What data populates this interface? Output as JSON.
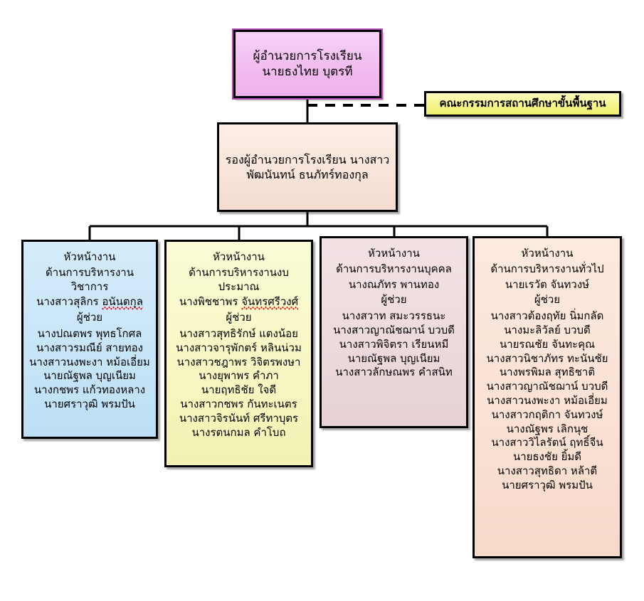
{
  "director": {
    "title": "ผู้อำนวยการโรงเรียน",
    "name": "นายธงไทย  บุตรที"
  },
  "board": {
    "label": "คณะกรรมการสถานศึกษาขั้นพื้นฐาน"
  },
  "deputy": {
    "title": "รองผู้อำนวยการโรงเรียน",
    "name": "นางสาวพัฒนันทน์ ธนภัทร์ทองกุล"
  },
  "departments": [
    {
      "head_label": "หัวหน้างาน",
      "area": "ด้านการบริหารงานวิชาการ",
      "lead_prefix": "นางสาวสุลิกร  ",
      "lead_flagged": "อนันตกุล",
      "assistant_label": "ผู้ช่วย",
      "members": [
        "นางปณตพร  พุทธโกศล",
        "นางสาวรมณีย์  สายทอง",
        "นางสาวนงพะงา  หม้อเอี่ยม",
        "นายณัฐพล  บุญเนียม",
        "นางกชพร  แก้วทองหลาง",
        "นายศราวุฒิ  พรมปัน"
      ],
      "color": "#c8e5f8"
    },
    {
      "head_label": "หัวหน้างาน",
      "area": "ด้านการบริหารงานงบประมาณ",
      "lead_prefix": "นางพิชชาพร ",
      "lead_flagged": "จันทรศรีวงศ์",
      "assistant_label": "ผู้ช่วย",
      "members": [
        "นางสาวสุทธิรักษ์  แตงน้อย",
        "นางสาวจารุพักตร์  หลินน่วม",
        "นางสาวชฎาพร  วิจิตรพงษา",
        "นางยุพาพร  คำภา",
        "นายฤทธิชัย  ใจดี",
        "นางสาวกชพร  กันทะเนตร",
        "นางสาวจิรนันท์ ศรีทาบุตร",
        "นางรตนกมล  คำโบถ"
      ],
      "color": "#f7f7c4"
    },
    {
      "head_label": "หัวหน้างาน",
      "area": "ด้านการบริหารงานบุคคล",
      "lead_prefix": "นางณภัทร  พานทอง",
      "lead_flagged": "",
      "assistant_label": "ผู้ช่วย",
      "members": [
        "นางสวาท สมะวรรธนะ",
        "นางสาวญาณัชฌาน์  บวบดี",
        "นางสาวพิจิตรา  เรียนหมี",
        "นายณัฐพล  บุญเนียม",
        "นางสาวลักษณพร คำสนิท"
      ],
      "color": "#eddadd"
    },
    {
      "head_label": "หัวหน้างาน",
      "area": "ด้านการบริหารงานทั่วไป",
      "lead_prefix": "นายเรวัต  จันทวงษ์",
      "lead_flagged": "",
      "assistant_label": "ผู้ช่วย",
      "members": [
        "นางสาวต้องฤทัย  นิ่มกลัด",
        "นางมะลิวัลย์  บวบดี",
        "นายรณชัย  จันทะคุณ",
        "นางสาวนิชาภัทร  ทะนันชัย",
        "นางพรพิมล  สุทธิชาติ",
        "นางสาวญาณัชฌาน์  บวบดี",
        "นางสาวนงพะงา  หม้อเอี่ยม",
        "นางสาวกฤติกา  จันทวงษ์",
        "นางณัฐพร  เลิกนุช",
        "นางสาววิไลรัตน์  ฤทธิ์จีน",
        "นายธงชัย  ยิ้มดี",
        "นางสาวสุทธิดา หล้าตี",
        "นายศราวุฒิ  พรมปัน"
      ],
      "color": "#fae2d4"
    }
  ],
  "colors": {
    "director_border": "#b54cb5",
    "line": "#000000",
    "spellcheck_underline": "#e01010"
  }
}
